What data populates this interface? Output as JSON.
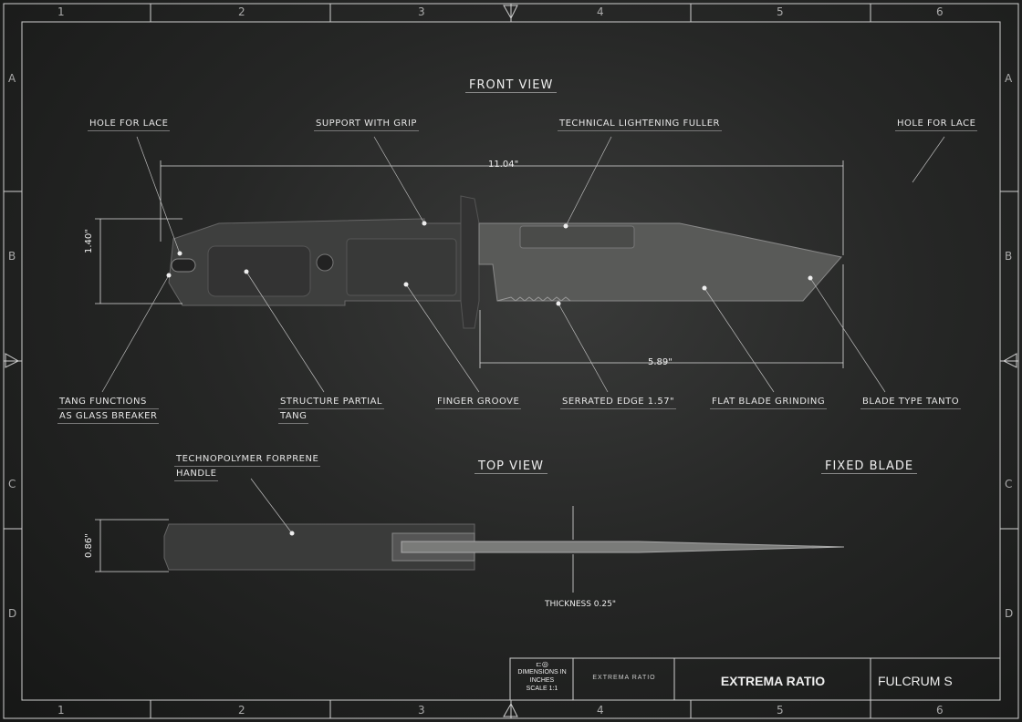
{
  "grid": {
    "columns": [
      "1",
      "2",
      "3",
      "4",
      "5",
      "6"
    ],
    "rows": [
      "A",
      "B",
      "C",
      "D"
    ]
  },
  "views": {
    "front": "FRONT VIEW",
    "top": "TOP VIEW",
    "type": "FIXED BLADE"
  },
  "labels": {
    "hole_left": [
      "HOLE FOR LACE"
    ],
    "support": [
      "SUPPORT WITH GRIP"
    ],
    "fuller": [
      "TECHNICAL LIGHTENING FULLER"
    ],
    "hole_right": [
      "HOLE FOR LACE"
    ],
    "tang": [
      "TANG FUNCTIONS",
      "AS GLASS BREAKER"
    ],
    "structure": [
      "STRUCTURE PARTIAL",
      "TANG"
    ],
    "finger": [
      "FINGER GROOVE"
    ],
    "serrated": [
      "SERRATED EDGE 1.57\""
    ],
    "grinding": [
      "FLAT BLADE GRINDING"
    ],
    "tanto": [
      "BLADE TYPE TANTO"
    ],
    "handle": [
      "TECHNOPOLYMER FORPRENE",
      "HANDLE"
    ]
  },
  "dimensions": {
    "overall_length": "11.04\"",
    "blade_length": "5.89\"",
    "height": "1.40\"",
    "width": "0.86\"",
    "thickness": "THICKNESS 0.25\""
  },
  "title_block": {
    "units": [
      "DIMENSIONS IN",
      "INCHES",
      "SCALE 1:1"
    ],
    "logo_text": "EXTREMA RATIO",
    "brand": "EXTREMA RATIO",
    "model": "FULCRUM S"
  },
  "colors": {
    "background": "#262726",
    "lines": "#d8d8d8",
    "knife": "#4a4b4a"
  }
}
